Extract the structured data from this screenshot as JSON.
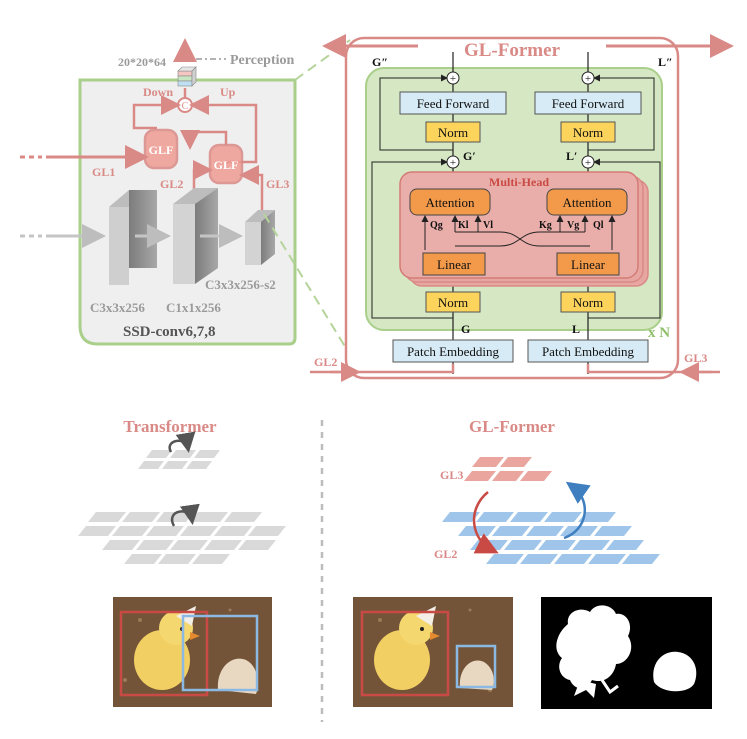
{
  "colors": {
    "pink": "#d98a86",
    "red_arrow": "#c94a44",
    "green_border": "#a9cf8a",
    "green_fill": "#d5e8c3",
    "gray_panel": "#efefef",
    "orange": "#f39a4a",
    "yellow": "#fcd35b",
    "lightblue": "#d6ebf5",
    "blue_patch": "#9fc6ea",
    "red_patch": "#e9a59e",
    "multihead_fill": "#e8a6a2"
  },
  "left_panel": {
    "output_size": "20*20*64",
    "perception": "Perception",
    "down": "Down",
    "up": "Up",
    "concat_symbol": "C",
    "glf": "GLF",
    "gl1": "GL1",
    "gl2": "GL2",
    "gl3": "GL3",
    "conv_label_a": "C3x3x256",
    "conv_label_b": "C1x1x256",
    "conv_label_c": "C3x3x256-s2",
    "title": "SSD-conv6,7,8"
  },
  "glformer_panel": {
    "title": "GL-Former",
    "g_double": "G″",
    "l_double": "L″",
    "g_prime": "G′",
    "l_prime": "L′",
    "g": "G",
    "l": "L",
    "feed_forward": "Feed Forward",
    "norm": "Norm",
    "multi_head": "Multi-Head",
    "attention": "Attention",
    "linear": "Linear",
    "patch_embedding": "Patch Embedding",
    "repeat": "x N",
    "qg": "Qg",
    "kl": "Kl",
    "vl": "Vl",
    "kg": "Kg",
    "vg": "Vg",
    "ql": "Ql",
    "gl2": "GL2",
    "gl3": "GL3",
    "plus": "+"
  },
  "bottom_left": {
    "title": "Transformer"
  },
  "bottom_right": {
    "title": "GL-Former",
    "gl3": "GL3",
    "gl2": "GL2"
  }
}
